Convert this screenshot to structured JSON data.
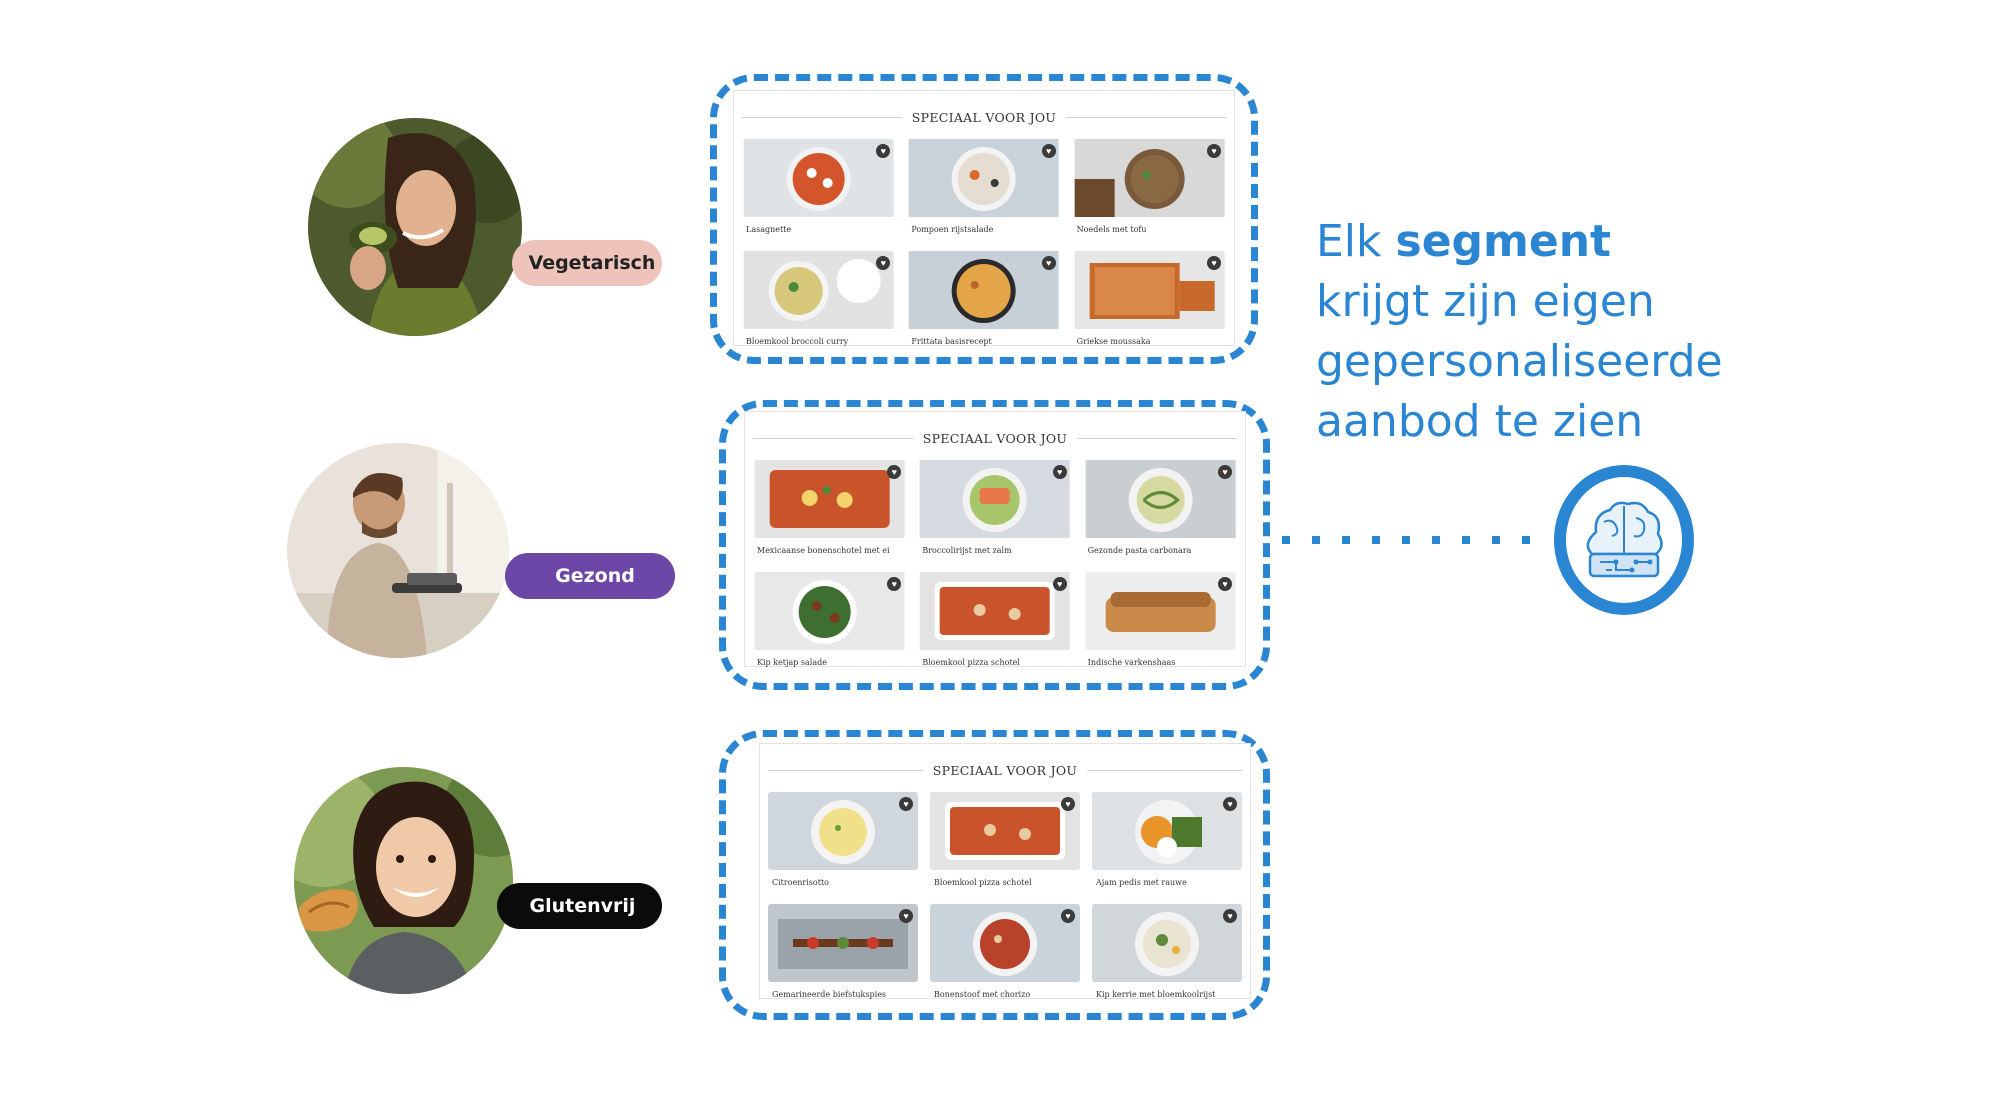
{
  "colors": {
    "accent": "#2a85d2",
    "vegetarisch_pill": "#eec3b9",
    "gezond_pill": "#6c47a8",
    "glutenvrij_pill": "#0b0b0b"
  },
  "headline": {
    "part1": "Elk ",
    "bold": "segment",
    "part2": " krijgt zijn eigen gepersonaliseerde aanbod te zien"
  },
  "segments": [
    {
      "label": "Vegetarisch",
      "card_title": "SPECIAAL VOOR JOU",
      "recipes": [
        "Lasagnette",
        "Pompoen rijstsalade",
        "Noedels met tofu",
        "Bloemkool broccoli curry",
        "Frittata basisrecept",
        "Griekse moussaka"
      ]
    },
    {
      "label": "Gezond",
      "card_title": "SPECIAAL VOOR JOU",
      "recipes": [
        "Mexicaanse bonenschotel met ei",
        "Broccolirijst met zalm",
        "Gezonde pasta carbonara",
        "Kip ketjap salade",
        "Bloemkool pizza schotel",
        "Indische varkenshaas"
      ]
    },
    {
      "label": "Glutenvrij",
      "card_title": "SPECIAAL VOOR JOU",
      "recipes": [
        "Citroenrisotto",
        "Bloemkool pizza schotel",
        "Ajam pedis met rauwe",
        "Gemarineerde biefstukspies",
        "Bonenstoof met chorizo",
        "Kip kerrie met bloemkoolrijst"
      ]
    }
  ]
}
